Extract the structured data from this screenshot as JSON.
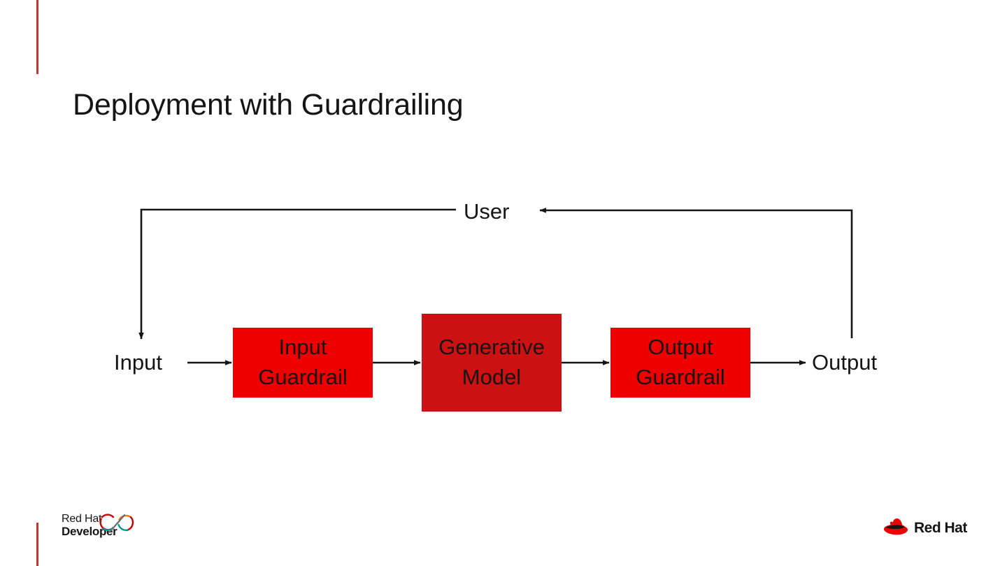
{
  "slide": {
    "title": "Deployment with Guardrailing",
    "background_color": "#FFFFFF",
    "accent_bar_color": "#C8352B"
  },
  "diagram": {
    "type": "flowchart",
    "nodes": [
      {
        "id": "input",
        "label": "Input",
        "kind": "text",
        "text_color": "#151515"
      },
      {
        "id": "input-guardrail",
        "label": "Input\nGuardrail",
        "line1": "Input",
        "line2": "Guardrail",
        "kind": "box",
        "fill": "#EE0000",
        "text_color": "#151515"
      },
      {
        "id": "generative-model",
        "label": "Generative\nModel",
        "line1": "Generative",
        "line2": "Model",
        "kind": "box",
        "fill": "#CC1112",
        "text_color": "#151515"
      },
      {
        "id": "output-guardrail",
        "label": "Output\nGuardrail",
        "line1": "Output",
        "line2": "Guardrail",
        "kind": "box",
        "fill": "#EE0000",
        "text_color": "#151515"
      },
      {
        "id": "output",
        "label": "Output",
        "kind": "text",
        "text_color": "#151515"
      },
      {
        "id": "user",
        "label": "User",
        "kind": "text",
        "text_color": "#151515"
      }
    ],
    "edges": [
      {
        "from": "input",
        "to": "input-guardrail",
        "style": "arrow"
      },
      {
        "from": "input-guardrail",
        "to": "generative-model",
        "style": "arrow"
      },
      {
        "from": "generative-model",
        "to": "output-guardrail",
        "style": "arrow"
      },
      {
        "from": "output-guardrail",
        "to": "output",
        "style": "arrow"
      },
      {
        "from": "output",
        "to": "user",
        "style": "elbow-arrow"
      },
      {
        "from": "user",
        "to": "input",
        "style": "elbow-arrow"
      }
    ],
    "line_color": "#151515"
  },
  "footer": {
    "developer_logo": {
      "line1": "Red Hat",
      "line2": "Developer",
      "mark_colors": [
        "#CC0000",
        "#EC7A08",
        "#009596",
        "#6A6E73"
      ]
    },
    "redhat_logo": {
      "wordmark": "Red Hat",
      "hat_color": "#EE0000",
      "band_color": "#151515"
    }
  }
}
